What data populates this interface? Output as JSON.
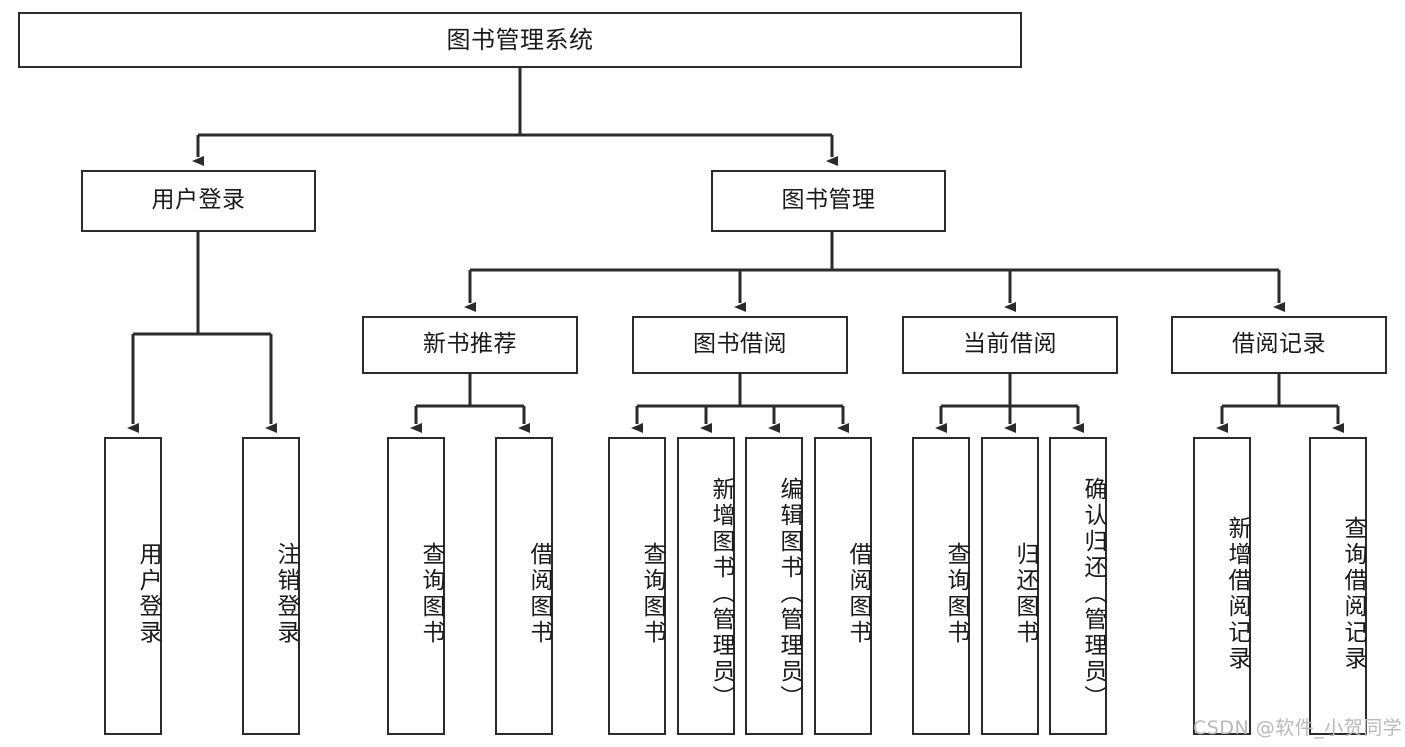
{
  "diagram": {
    "type": "tree-hierarchy-chart",
    "title": "图书管理系统",
    "root": {
      "label": "图书管理系统"
    },
    "level2": [
      {
        "label": "用户登录"
      },
      {
        "label": "图书管理"
      }
    ],
    "level3": [
      {
        "label": "新书推荐"
      },
      {
        "label": "图书借阅"
      },
      {
        "label": "当前借阅"
      },
      {
        "label": "借阅记录"
      }
    ],
    "leaves": [
      {
        "label": "用户登录",
        "parent": "用户登录"
      },
      {
        "label": "注销登录",
        "parent": "用户登录"
      },
      {
        "label": "查询图书",
        "parent": "新书推荐"
      },
      {
        "label": "借阅图书",
        "parent": "新书推荐"
      },
      {
        "label": "查询图书",
        "parent": "图书借阅"
      },
      {
        "label": "新增图书（管理员）",
        "parent": "图书借阅"
      },
      {
        "label": "编辑图书（管理员）",
        "parent": "图书借阅"
      },
      {
        "label": "借阅图书",
        "parent": "图书借阅"
      },
      {
        "label": "查询图书",
        "parent": "当前借阅"
      },
      {
        "label": "归还图书",
        "parent": "当前借阅"
      },
      {
        "label": "确认归还（管理员）",
        "parent": "当前借阅"
      },
      {
        "label": "新增借阅记录",
        "parent": "借阅记录"
      },
      {
        "label": "查询借阅记录",
        "parent": "借阅记录"
      }
    ],
    "watermark": "CSDN @软件_小贺同学",
    "colors": {
      "stroke": "#2b2b2b",
      "fill": "#ffffff",
      "text": "#1a1a1a",
      "watermark": "#b9b9b9"
    }
  }
}
